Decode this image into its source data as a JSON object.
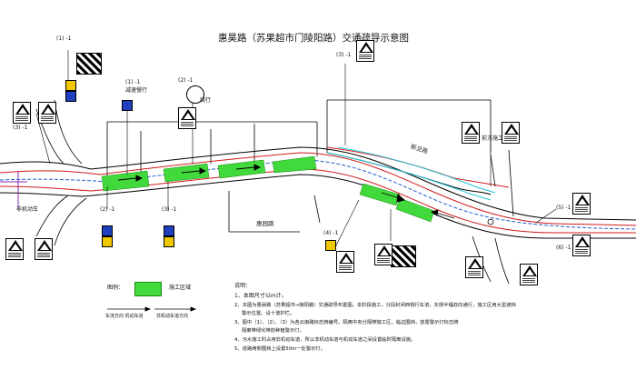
{
  "title": "惠昊路（苏果超市门陵阳路）交通疏导示意图",
  "road_names": {
    "huiyuan": "惠园路",
    "xuanyuan": "新旦路"
  },
  "labels": {
    "sign_a": "(1) -1",
    "sign_b": "(2) -1",
    "sign_c": "(3) -1",
    "sign_d": "(4) -1",
    "sign_e": "(1) -1",
    "sign_f": "(2) -1",
    "sign_g": "(3) -1",
    "sign_h": "(5) -1",
    "sign_i": "(6) -1",
    "text_left_top": "(3) -1",
    "text_right": "(5) -1",
    "yield_label": "前方施工",
    "bike_label": "非机动车",
    "slow_label": "减速慢行",
    "detour_label": "绕行"
  },
  "legend": {
    "prefix": "图例：",
    "item": "施工区域",
    "caption_left": "车流方向 机动车道",
    "caption_right": "非机动车道方向"
  },
  "notes": {
    "heading": "说明：",
    "n1": "1、本图尺寸以m计。",
    "n2": "2、本图为惠昊路（苏果超市→陵阳路）交通疏导布置图。本阶段施工，分段封闭西侧行车道，东侧半幅双向通行，施工区用大型遮挡",
    "n2b": "警示位置。设十道护栏。",
    "n3": "3、图中（1）、（2）、（3）为各云南路标志牌编号。隔离中央分隔带施工区，临边围挡，放置警示灯标志牌",
    "n3b": "隔离带绿化带前种植警示灯。",
    "n4": "4、污水施工时占用非机动车道，所以非机动车道与机动车道之间设置临时隔离设施。",
    "n5": "5、道路两侧围挡上设置50m一处警示灯。"
  },
  "colors": {
    "work_zone": "#41d93b",
    "road_line": "#000000",
    "red_line": "#d11a1a",
    "blue_line": "#1f5fd0",
    "cyan_line": "#21c4d6",
    "purple_line": "#8a2bb0"
  }
}
